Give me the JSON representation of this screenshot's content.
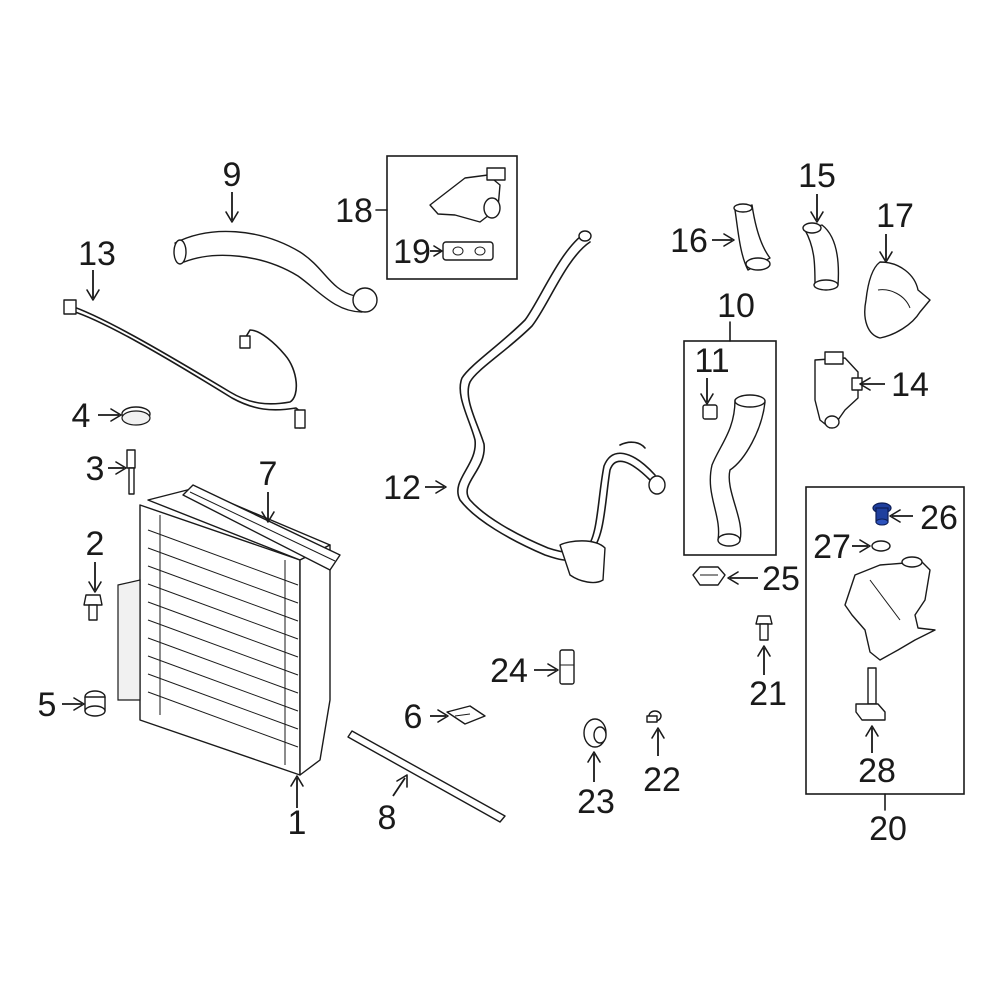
{
  "diagram": {
    "parts": [
      {
        "id": "1",
        "label": "1"
      },
      {
        "id": "2",
        "label": "2"
      },
      {
        "id": "3",
        "label": "3"
      },
      {
        "id": "4",
        "label": "4"
      },
      {
        "id": "5",
        "label": "5"
      },
      {
        "id": "6",
        "label": "6"
      },
      {
        "id": "7",
        "label": "7"
      },
      {
        "id": "8",
        "label": "8"
      },
      {
        "id": "9",
        "label": "9"
      },
      {
        "id": "10",
        "label": "10"
      },
      {
        "id": "11",
        "label": "11"
      },
      {
        "id": "12",
        "label": "12"
      },
      {
        "id": "13",
        "label": "13"
      },
      {
        "id": "14",
        "label": "14"
      },
      {
        "id": "15",
        "label": "15"
      },
      {
        "id": "16",
        "label": "16"
      },
      {
        "id": "17",
        "label": "17"
      },
      {
        "id": "18",
        "label": "18"
      },
      {
        "id": "19",
        "label": "19"
      },
      {
        "id": "20",
        "label": "20"
      },
      {
        "id": "21",
        "label": "21"
      },
      {
        "id": "22",
        "label": "22"
      },
      {
        "id": "23",
        "label": "23"
      },
      {
        "id": "24",
        "label": "24"
      },
      {
        "id": "25",
        "label": "25"
      },
      {
        "id": "26",
        "label": "26"
      },
      {
        "id": "27",
        "label": "27"
      },
      {
        "id": "28",
        "label": "28"
      }
    ],
    "highlighted_part": "26",
    "colors": {
      "line": "#1a1a1a",
      "highlight": "#1f3f9e",
      "background": "#ffffff"
    }
  }
}
